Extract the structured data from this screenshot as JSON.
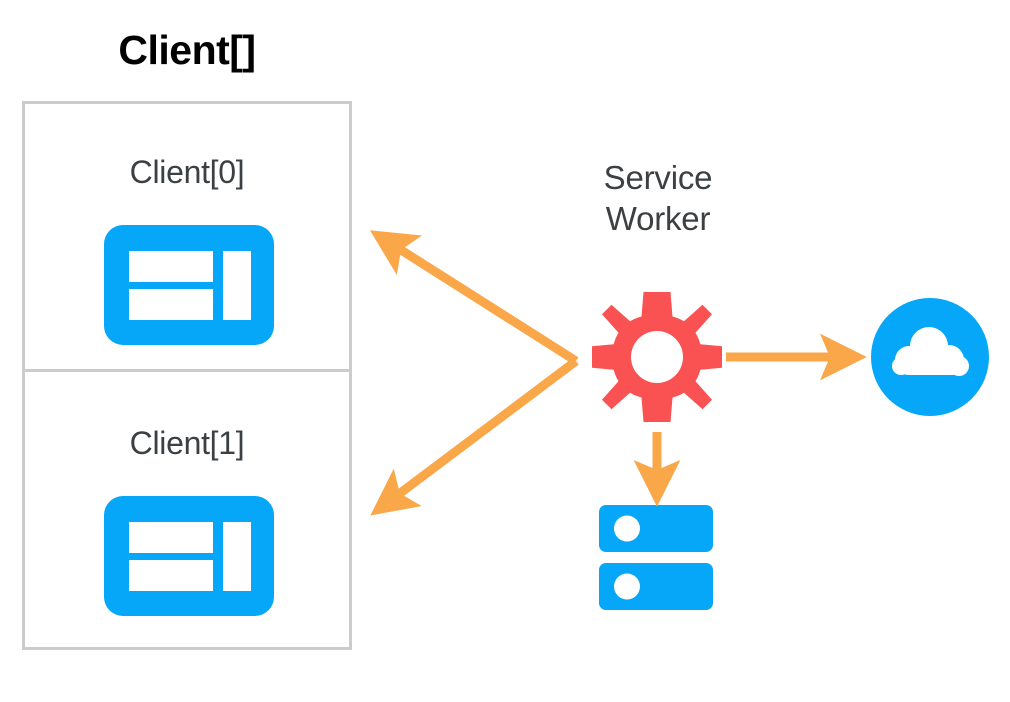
{
  "diagram": {
    "title": "Client[]",
    "background_color": "#FFFFFF",
    "colors": {
      "title_text": "#000000",
      "label_text": "#3C4043",
      "box_border": "#CCCCCC",
      "client_icon_blue": "#06A7F8",
      "cloud_icon_blue": "#06A7F8",
      "server_icon_blue": "#06A7F8",
      "gear_red": "#FA5252",
      "arrow_orange": "#FAA74A"
    },
    "clients_box": {
      "title": "Client[]",
      "items": [
        {
          "label": "Client[0]",
          "icon": "browser-window-icon"
        },
        {
          "label": "Client[1]",
          "icon": "browser-window-icon"
        }
      ]
    },
    "service_worker": {
      "label_line_1": "Service",
      "label_line_2": "Worker",
      "icon": "gear-icon"
    },
    "network": {
      "icon": "cloud-icon",
      "name": "cloud"
    },
    "storage": {
      "icon": "server-database-icon",
      "name": "server"
    },
    "arrows": [
      {
        "name": "service-worker-to-client-0",
        "direction": "up-left",
        "style": "single-headed",
        "color": "#FAA74A"
      },
      {
        "name": "service-worker-to-client-1",
        "direction": "down-left",
        "style": "single-headed",
        "color": "#FAA74A"
      },
      {
        "name": "service-worker-to-cloud",
        "direction": "right",
        "style": "single-headed",
        "color": "#FAA74A"
      },
      {
        "name": "service-worker-to-server",
        "direction": "down",
        "style": "single-headed",
        "color": "#FAA74A"
      }
    ]
  }
}
